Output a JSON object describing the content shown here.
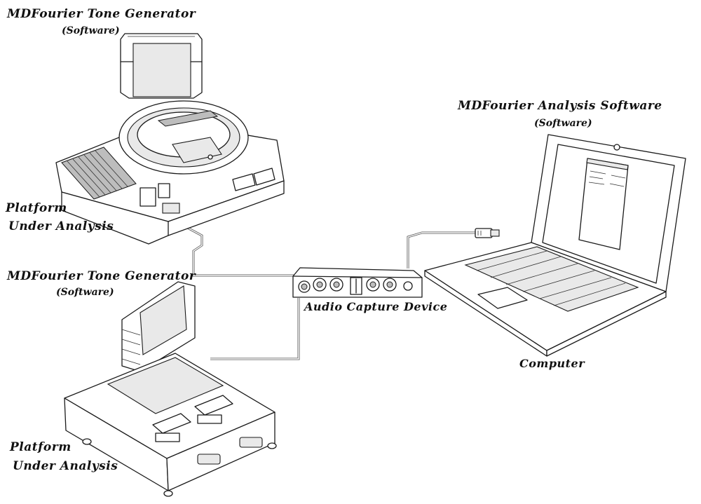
{
  "labels": {
    "tone_generator_top": {
      "title": "MDFourier Tone Generator",
      "sub": "(Software)"
    },
    "platform_top": {
      "line1": "Platform",
      "line2": "Under Analysis"
    },
    "tone_generator_bottom": {
      "title": "MDFourier Tone Generator",
      "sub": "(Software)"
    },
    "platform_bottom": {
      "line1": "Platform",
      "line2": "Under Analysis"
    },
    "analysis_software": {
      "title": "MDFourier Analysis Software",
      "sub": "(Software)"
    },
    "audio_capture": {
      "title": "Audio Capture Device"
    },
    "computer": {
      "title": "Computer"
    }
  },
  "colors": {
    "line": "#1a1a1a",
    "cable": "#555555",
    "fill_light": "#e9e9e9",
    "fill_dark": "#bdbdbd"
  },
  "icons": [
    "genesis-console-icon",
    "genesis-cartridge-icon",
    "snes-console-icon",
    "snes-cartridge-icon",
    "audio-interface-icon",
    "laptop-icon",
    "usb-plug-icon",
    "audio-cable-icon"
  ]
}
